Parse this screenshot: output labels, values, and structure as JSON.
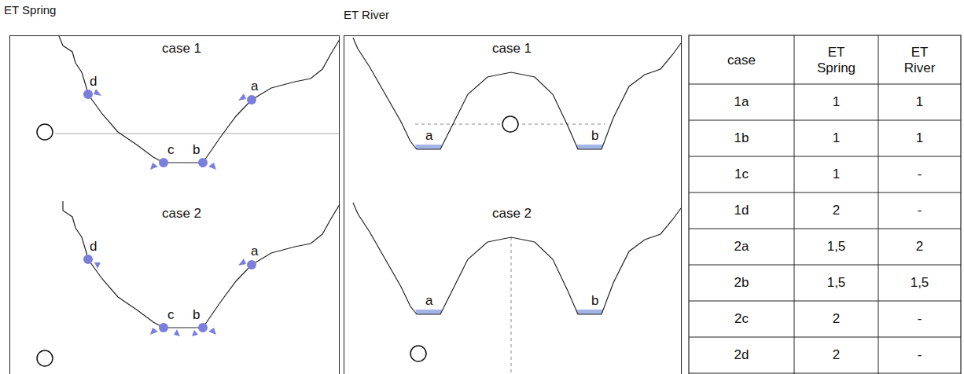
{
  "diagram": {
    "nodes": [
      {
        "text": [
          "ET Spring",
          "case 1",
          "case 2"
        ]
      },
      {
        "text": [
          "ET River",
          "case 1",
          "case 2"
        ]
      }
    ],
    "labels": [
      "d",
      "a",
      "c",
      "b",
      "d",
      "a",
      "c",
      "b",
      "a",
      "b",
      "a",
      "b",
      "case",
      "ET Spring",
      "ET River",
      "1a",
      "1",
      "1",
      "1b",
      "1",
      "1",
      "1c",
      "1",
      "-",
      "1d",
      "2",
      "-",
      "2a",
      "1,5",
      "2",
      "2b",
      "1,5",
      "1,5",
      "2c",
      "2",
      "-",
      "2d",
      "2",
      "-"
    ]
  }
}
